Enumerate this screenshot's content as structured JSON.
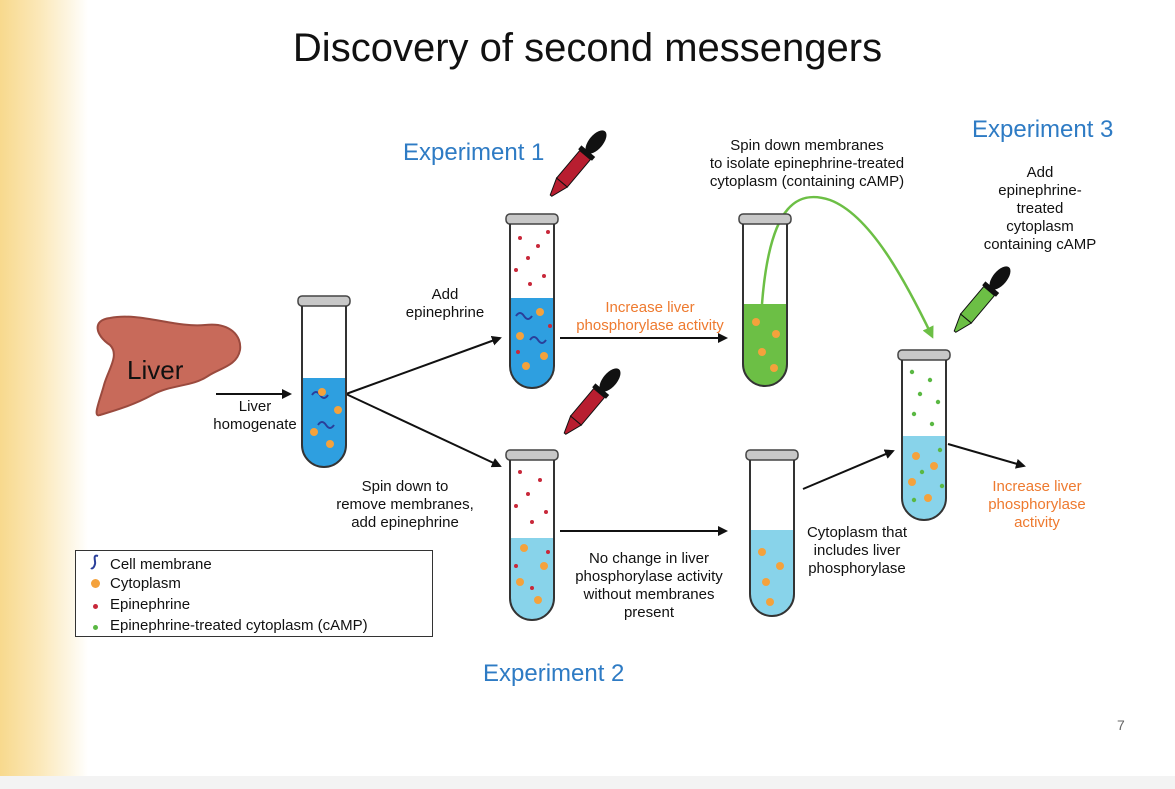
{
  "title": "Discovery of second messengers",
  "experiments": {
    "exp1": "Experiment 1",
    "exp2": "Experiment 2",
    "exp3": "Experiment 3"
  },
  "labels": {
    "liver": "Liver",
    "homogenate_line1": "Liver",
    "homogenate_line2": "homogenate",
    "add_epi_line1": "Add",
    "add_epi_line2": "epinephrine",
    "increase1_line1": "Increase liver",
    "increase1_line2": "phosphorylase activity",
    "spin_line1": "Spin down membranes",
    "spin_line2": "to isolate epinephrine-treated",
    "spin_line3": "cytoplasm (containing cAMP)",
    "add3_line1": "Add",
    "add3_line2": "epinephrine-",
    "add3_line3": "treated",
    "add3_line4": "cytoplasm",
    "add3_line5": "containing cAMP",
    "spin2_line1": "Spin down to",
    "spin2_line2": "remove membranes,",
    "spin2_line3": "add epinephrine",
    "nochange_line1": "No change in liver",
    "nochange_line2": "phosphorylase activity",
    "nochange_line3": "without membranes",
    "nochange_line4": "present",
    "cyto_line1": "Cytoplasm that",
    "cyto_line2": "includes liver",
    "cyto_line3": "phosphorylase",
    "increase3_line1": "Increase liver",
    "increase3_line2": "phosphorylase",
    "increase3_line3": "activity"
  },
  "legend": [
    {
      "symbol": "cell-membrane-icon",
      "label": "Cell membrane",
      "color": "#2a3f9a"
    },
    {
      "symbol": "cytoplasm-dot",
      "label": "Cytoplasm",
      "color": "#f4a23c"
    },
    {
      "symbol": "epinephrine-dot",
      "label": "Epinephrine",
      "color": "#c8283a"
    },
    {
      "symbol": "camp-dot",
      "label": "Epinephrine-treated cytoplasm (cAMP)",
      "color": "#5ab843"
    }
  ],
  "page_number": "7",
  "colors": {
    "experiment_text": "#2e7bc4",
    "result_text": "#ee7a2f",
    "blue_fluid": "#2e9fe0",
    "green_fluid": "#6cbf45",
    "cyan_fluid": "#88d3ea",
    "liver": "#c86a5a"
  }
}
